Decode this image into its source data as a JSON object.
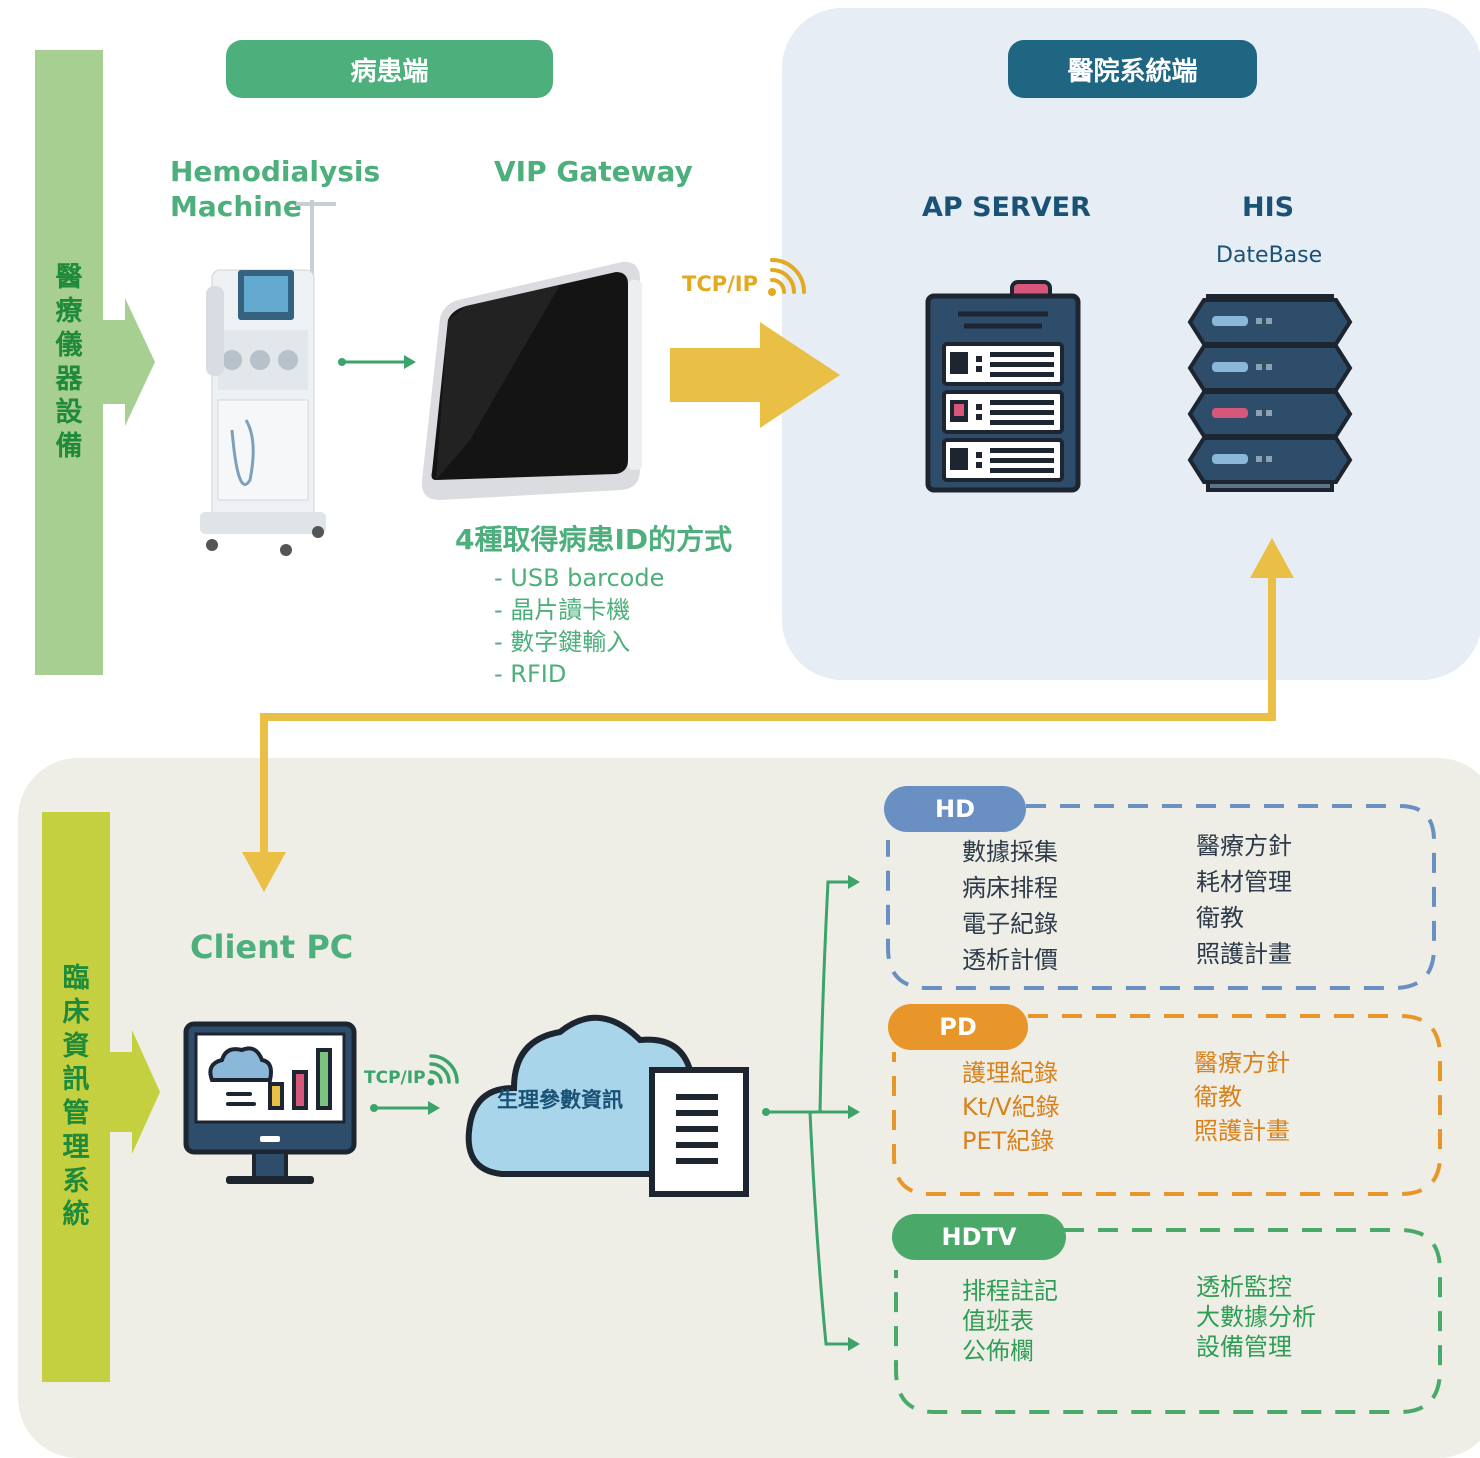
{
  "colors": {
    "green": "#4daf7c",
    "navy": "#1a5276",
    "gold": "#e9bf45",
    "hd": "#6a8fc3",
    "pd": "#e8962a",
    "hdtv": "#4aa968"
  },
  "left_bar": {
    "label": "醫療儀器設備"
  },
  "bottom_bar": {
    "label": "臨床資訊管理系統"
  },
  "patient_side": {
    "title": "病患端"
  },
  "hospital_side": {
    "title": "醫院系統端"
  },
  "devices": {
    "hemodialysis": "Hemodialysis Machine",
    "gateway": "VIP Gateway",
    "ap_server": "AP SERVER",
    "his": "HIS",
    "his_sub": "DateBase",
    "client_pc": "Client PC"
  },
  "tcp_label": "TCP/IP",
  "id_methods": {
    "title": "4種取得病患ID的方式",
    "items": [
      "- USB barcode",
      "- 晶片讀卡機",
      "- 數字鍵輸入",
      "- RFID"
    ]
  },
  "cloud_label": "生理參數資訊",
  "groups": [
    {
      "tag": "HD",
      "left": [
        "數據採集",
        "病床排程",
        "電子紀錄",
        "透析計價"
      ],
      "right": [
        "醫療方針",
        "耗材管理",
        "衛教",
        "照護計畫"
      ]
    },
    {
      "tag": "PD",
      "left": [
        "護理紀錄",
        "Kt/V紀錄",
        "PET紀錄"
      ],
      "right": [
        "醫療方針",
        "衛教",
        "照護計畫"
      ]
    },
    {
      "tag": "HDTV",
      "left": [
        "排程註記",
        "值班表",
        "公佈欄"
      ],
      "right": [
        "透析監控",
        "大數據分析",
        "設備管理"
      ]
    }
  ]
}
